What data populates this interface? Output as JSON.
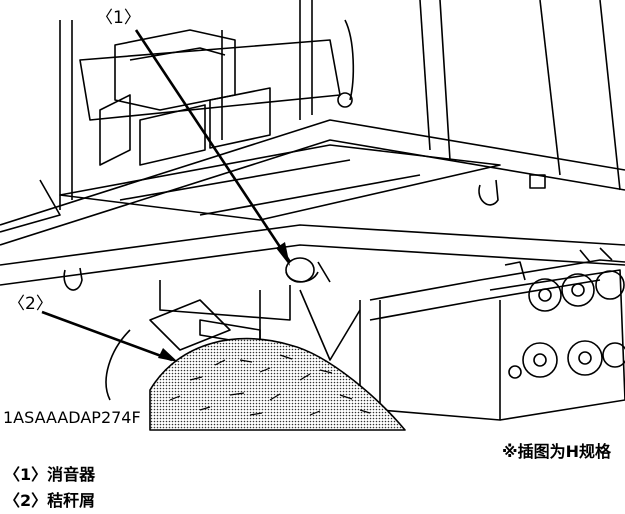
{
  "figure": {
    "code": "1ASAAADAP274F",
    "note": "※插图为H规格"
  },
  "callouts": [
    {
      "id": "1",
      "marker": "〈1〉"
    },
    {
      "id": "2",
      "marker": "〈2〉"
    }
  ],
  "legend": [
    {
      "marker": "〈1〉",
      "label": "消音器"
    },
    {
      "marker": "〈2〉",
      "label": "秸秆屑"
    }
  ]
}
